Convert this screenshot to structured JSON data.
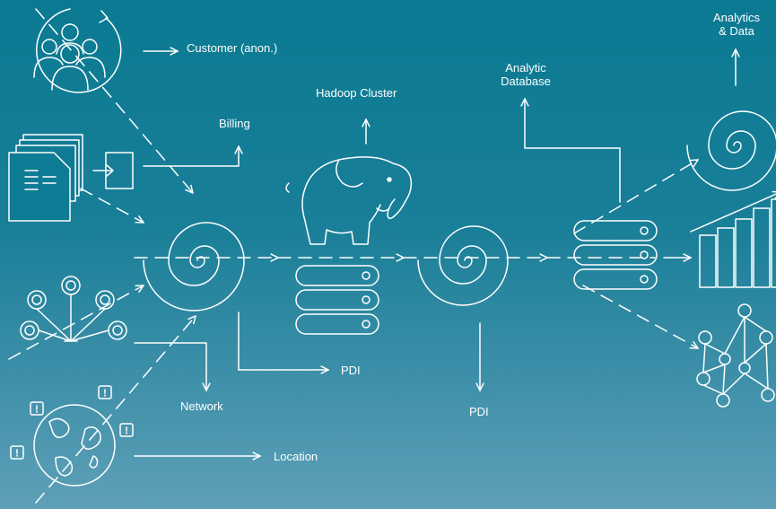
{
  "labels": {
    "customer": "Customer (anon.)",
    "billing": "Billing",
    "hadoop": "Hadoop Cluster",
    "analytic_db_line1": "Analytic",
    "analytic_db_line2": "Database",
    "analytics_line1": "Analytics",
    "analytics_line2": "& Data",
    "pdi_1": "PDI",
    "pdi_2": "PDI",
    "network": "Network",
    "location": "Location"
  },
  "colors": {
    "background_top": "#0a7a92",
    "background_bottom": "#5ea0b8",
    "line": "#ffffff"
  },
  "icons": [
    "customers-icon",
    "billing-documents-icon",
    "network-tree-icon",
    "globe-location-icon",
    "spiral-icon",
    "database-icon",
    "hadoop-elephant-icon",
    "bar-chart-icon",
    "node-graph-icon"
  ]
}
